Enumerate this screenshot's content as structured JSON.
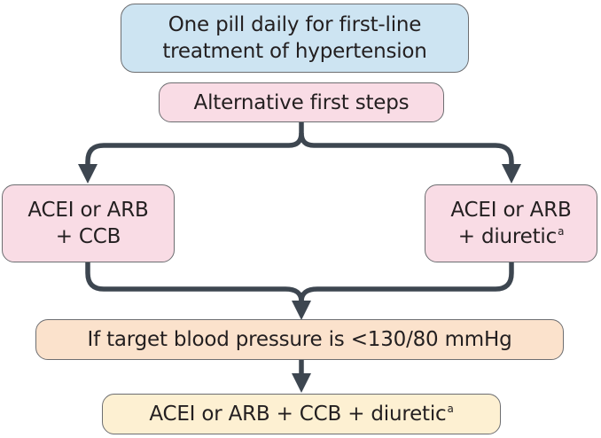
{
  "diagram": {
    "title_box": {
      "line1": "One pill daily for first-line",
      "line2": "treatment of hypertension"
    },
    "alternatives_box": {
      "label": "Alternative first steps"
    },
    "left_option": {
      "line1": "ACEI or ARB",
      "line2": "+ CCB"
    },
    "right_option": {
      "line1": "ACEI or ARB",
      "line2": "+ diuretic",
      "footnote_marker": "a"
    },
    "condition_box": {
      "label": "If target blood pressure is <130/80 mmHg"
    },
    "final_box": {
      "label": "ACEI or ARB + CCB + diuretic",
      "footnote_marker": "a"
    },
    "colors": {
      "title_fill": "#cde4f2",
      "alternatives_fill": "#f9dce5",
      "option_fill": "#f9dce5",
      "condition_fill": "#fbe2cc",
      "final_fill": "#fdf0d2",
      "connector": "#3d4650"
    }
  }
}
